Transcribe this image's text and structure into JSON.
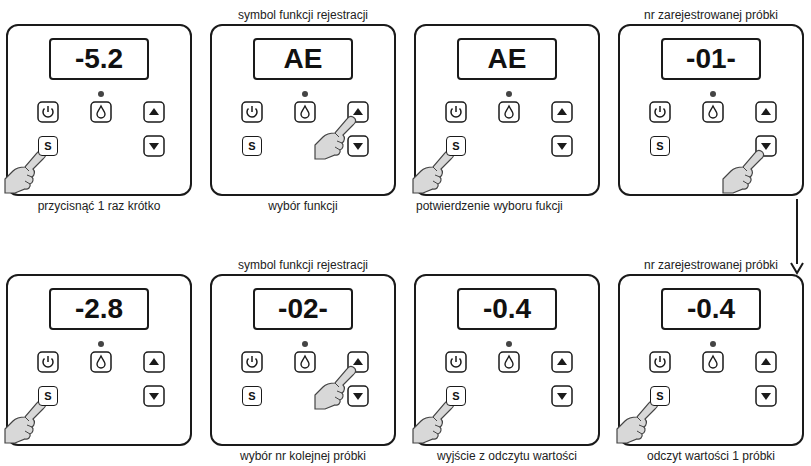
{
  "diagram": {
    "nodes": [
      {
        "text": [
          "przycisnąć 1 raz krótko"
        ]
      },
      {
        "text": [
          "-5.2"
        ],
        "in": 0
      },
      {
        "text": [
          "S"
        ],
        "in": 0
      },
      {
        "text": [
          "symbol funkcji rejestracji",
          "wybór funkcji"
        ]
      },
      {
        "text": [
          "AE"
        ],
        "in": 3
      },
      {
        "text": [
          "S"
        ],
        "in": 3
      },
      {
        "text": [
          "potwierdzenie wyboru fukcji"
        ]
      },
      {
        "text": [
          "AE"
        ],
        "in": 6
      },
      {
        "text": [
          "S"
        ],
        "in": 6
      },
      {
        "text": [
          "nr zarejestrowanej próbki"
        ]
      },
      {
        "text": [
          "-01-"
        ],
        "in": 9
      },
      {
        "text": [
          "S"
        ],
        "in": 9
      },
      {
        "text": []
      },
      {
        "text": [
          "-2.8"
        ],
        "in": 12
      },
      {
        "text": [
          "S"
        ],
        "in": 12
      },
      {
        "text": [
          "symbol funkcji rejestracji",
          "wybór nr kolejnej próbki"
        ]
      },
      {
        "text": [
          "-02-"
        ],
        "in": 15
      },
      {
        "text": [
          "S"
        ],
        "in": 15
      },
      {
        "text": [
          "wyjście z odczytu wartości"
        ]
      },
      {
        "text": [
          "-0.4"
        ],
        "in": 18
      },
      {
        "text": [
          "S"
        ],
        "in": 18
      },
      {
        "text": [
          "nr zarejestrowanej próbki",
          "odczyt wartości 1 próbki"
        ]
      },
      {
        "text": [
          "-0.4"
        ],
        "in": 21
      },
      {
        "text": [
          "S"
        ],
        "in": 21
      }
    ],
    "edges": [
      {
        "from": 9,
        "to": 21,
        "arrow": "to"
      }
    ]
  }
}
